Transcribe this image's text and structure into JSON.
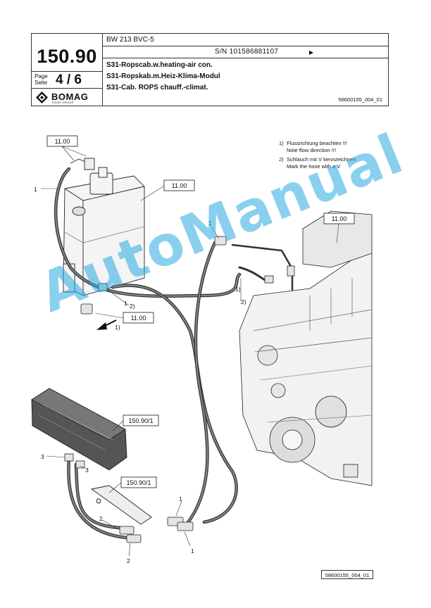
{
  "header": {
    "doc_number": "150.90",
    "page_label": "Page\nSeite",
    "page_value": "4 / 6",
    "model": "BW 213 BVC-5",
    "serial": "S/N 101586881107",
    "serial_arrow": "▶",
    "title_en": "S31-Ropscab.w.heating-air con.",
    "title_de": "S31-Ropskab.m.Heiz-Klima-Modul",
    "title_fr": "S31-Cab. ROPS chauff.-climat.",
    "ref_code": "58600155_004_01",
    "logo_text": "BOMAG",
    "logo_sub": "FAYAT GROUP"
  },
  "notes": [
    {
      "key": "1)",
      "de": "Flussrichtung beachten !!!",
      "en": "Note flow direction !!!"
    },
    {
      "key": "2)",
      "de": "Schlauch mit V kennzeichnen",
      "en": "Mark the hose with a V"
    }
  ],
  "diagram": {
    "ref_boxes": [
      "11.00",
      "11.00",
      "11.00",
      "11.00",
      "150.90/1",
      "150.90/1"
    ],
    "callouts": [
      "1",
      "1",
      "1",
      "1",
      "1",
      "1)",
      "2)",
      "1)",
      "2)",
      "2",
      "2",
      "3",
      "3"
    ]
  },
  "watermark": "AutoManual",
  "footer_code": "58600155_004_01"
}
